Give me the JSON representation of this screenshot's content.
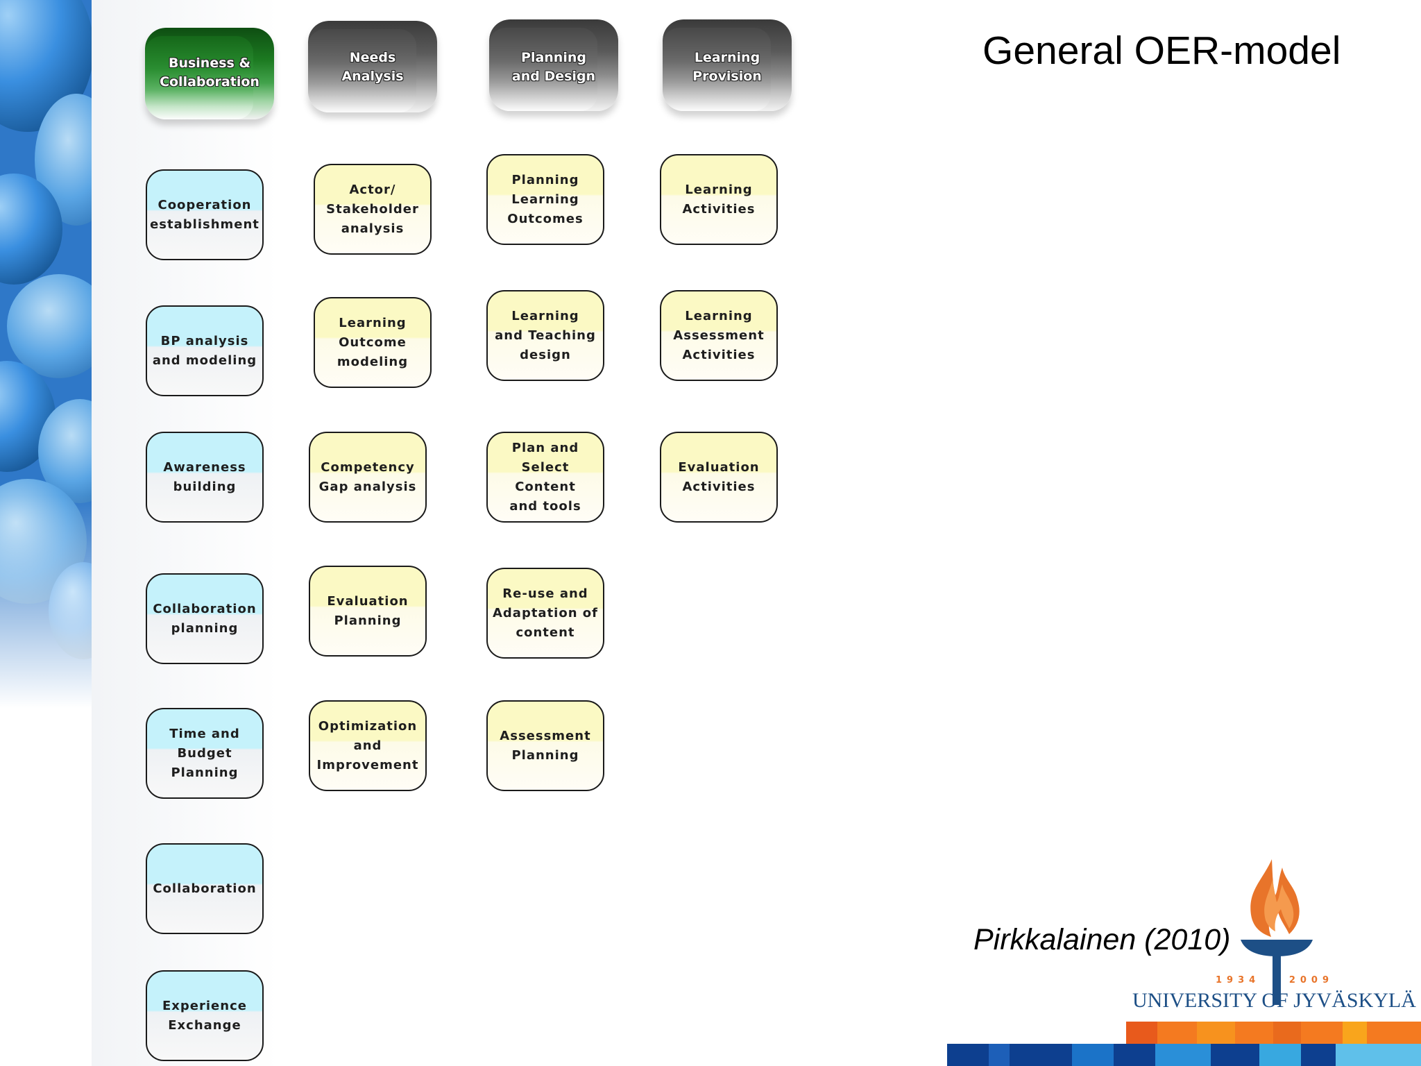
{
  "title": "General OER-model",
  "citation": "Pirkkalainen (2010)",
  "logo": {
    "year_start": "1934",
    "year_end": "2009",
    "name": "UNIVERSITY OF JYVÄSKYLÄ"
  },
  "colors": {
    "header_green": "#1c7a21",
    "header_grey": "#5a5a5a",
    "box_cyan": "#c5f2fb",
    "box_yellow": "#fbf9c4",
    "logo_blue": "#1d4f86",
    "logo_orange": "#e8742a"
  },
  "columns": [
    {
      "header": "Business &\nCollaboration",
      "header_color": "green",
      "items": [
        "Cooperation\nestablishment",
        "BP analysis\nand modeling",
        "Awareness\nbuilding",
        "Collaboration\nplanning",
        "Time and\nBudget\nPlanning",
        "Collaboration",
        "Experience\nExchange"
      ]
    },
    {
      "header": "Needs\nAnalysis",
      "header_color": "grey",
      "items": [
        "Actor/\nStakeholder\nanalysis",
        "Learning\nOutcome\nmodeling",
        "Competency\nGap analysis",
        "Evaluation\nPlanning",
        "Optimization\nand\nImprovement"
      ]
    },
    {
      "header": "Planning\nand Design",
      "header_color": "grey",
      "items": [
        "Planning\nLearning\nOutcomes",
        "Learning\nand Teaching\ndesign",
        "Plan and\nSelect Content\nand tools",
        "Re-use and\nAdaptation of\ncontent",
        "Assessment\nPlanning"
      ]
    },
    {
      "header": "Learning\nProvision",
      "header_color": "grey",
      "items": [
        "Learning\nActivities",
        "Learning\nAssessment\nActivities",
        "Evaluation\nActivities"
      ]
    }
  ]
}
